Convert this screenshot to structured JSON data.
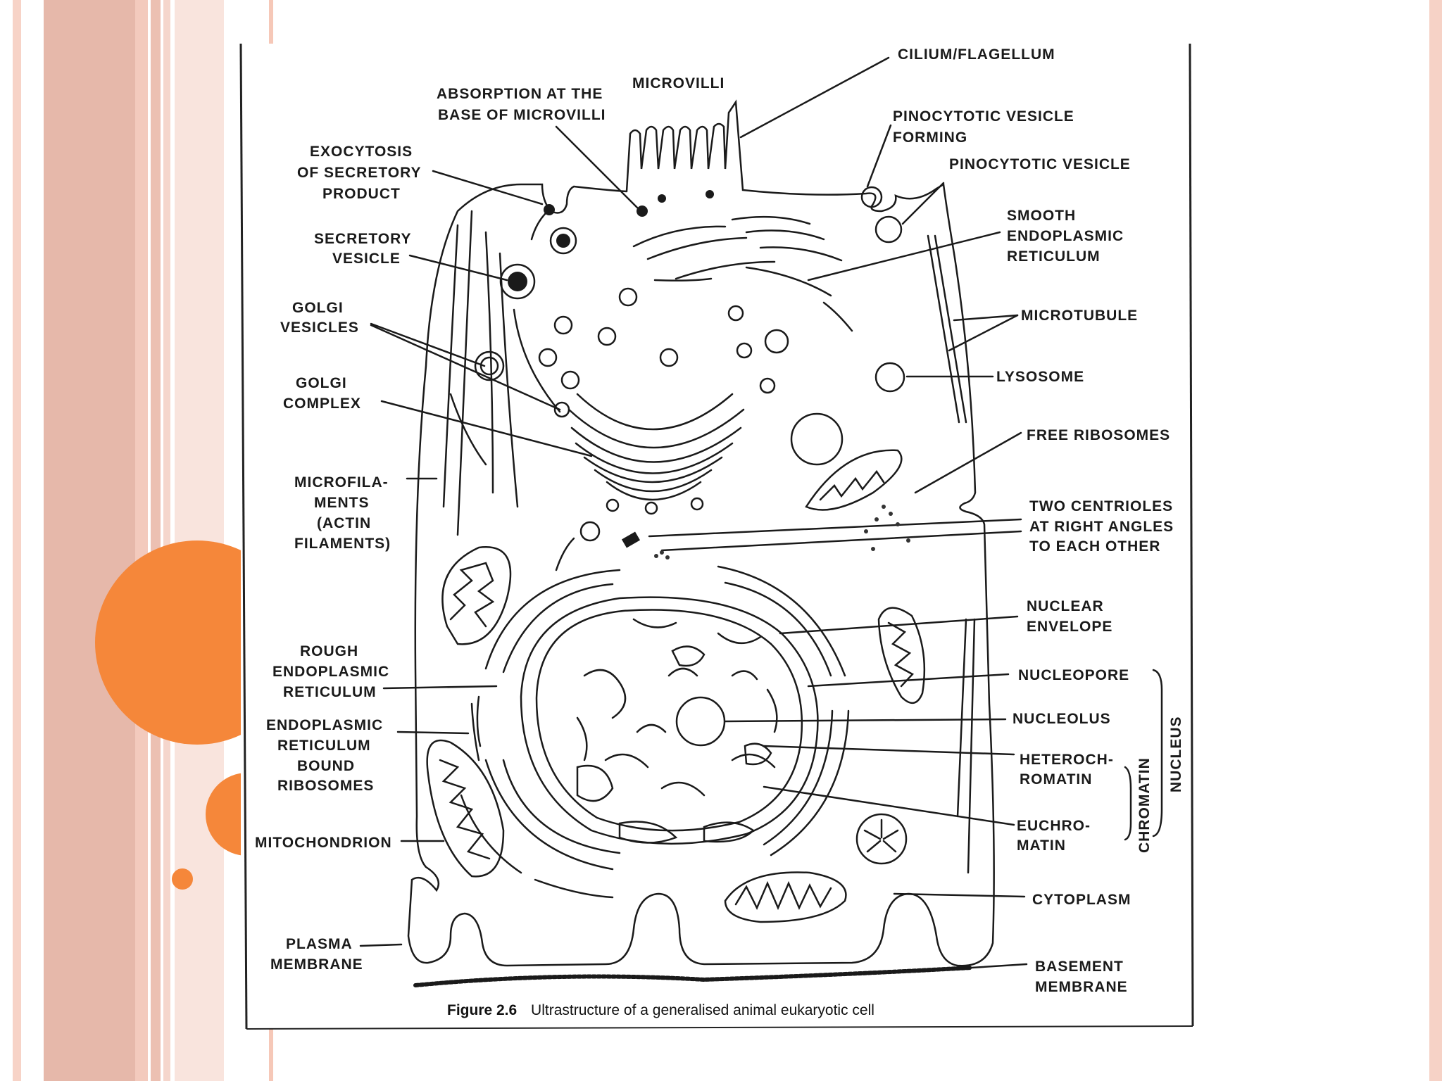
{
  "theme": {
    "stripe_light": "#f6cfc2",
    "stripe_mid": "#e8b7a8",
    "accent": "#f5873a"
  },
  "labels": {
    "cilium": "CILIUM/FLAGELLUM",
    "microvilli": "MICROVILLI",
    "absorption": [
      "ABSORPTION AT THE",
      "BASE OF MICROVILLI"
    ],
    "exocytosis": [
      "EXOCYTOSIS",
      "OF SECRETORY",
      "PRODUCT"
    ],
    "secretory_vesicle": [
      "SECRETORY",
      "VESICLE"
    ],
    "golgi_vesicles": [
      "GOLGI",
      "VESICLES"
    ],
    "golgi_complex": [
      "GOLGI",
      "COMPLEX"
    ],
    "microfilaments": [
      "MICROFILA-",
      "MENTS",
      "(ACTIN",
      "FILAMENTS)"
    ],
    "rough_er": [
      "ROUGH",
      "ENDOPLASMIC",
      "RETICULUM"
    ],
    "er_ribosomes": [
      "ENDOPLASMIC",
      "RETICULUM",
      "BOUND",
      "RIBOSOMES"
    ],
    "mitochondrion": "MITOCHONDRION",
    "plasma_membrane": [
      "PLASMA",
      "MEMBRANE"
    ],
    "pinocytotic_forming": [
      "PINOCYTOTIC VESICLE",
      "FORMING"
    ],
    "pinocytotic": "PINOCYTOTIC VESICLE",
    "smooth_er": [
      "SMOOTH",
      "ENDOPLASMIC",
      "RETICULUM"
    ],
    "microtubule": "MICROTUBULE",
    "lysosome": "LYSOSOME",
    "free_ribosomes": "FREE RIBOSOMES",
    "centrioles": [
      "TWO CENTRIOLES",
      "AT RIGHT ANGLES",
      "TO EACH OTHER"
    ],
    "nuclear_envelope": [
      "NUCLEAR",
      "ENVELOPE"
    ],
    "nucleopore": "NUCLEOPORE",
    "nucleolus": "NUCLEOLUS",
    "heterochromatin": [
      "HETEROCH-",
      "ROMATIN"
    ],
    "euchromatin": [
      "EUCHRO-",
      "MATIN"
    ],
    "cytoplasm": "CYTOPLASM",
    "basement_membrane": [
      "BASEMENT",
      "MEMBRANE"
    ],
    "chromatin": "CHROMATIN",
    "nucleus": "NUCLEUS"
  },
  "caption": {
    "figure_no": "Figure 2.6",
    "text": "Ultrastructure of a generalised animal eukaryotic cell"
  }
}
